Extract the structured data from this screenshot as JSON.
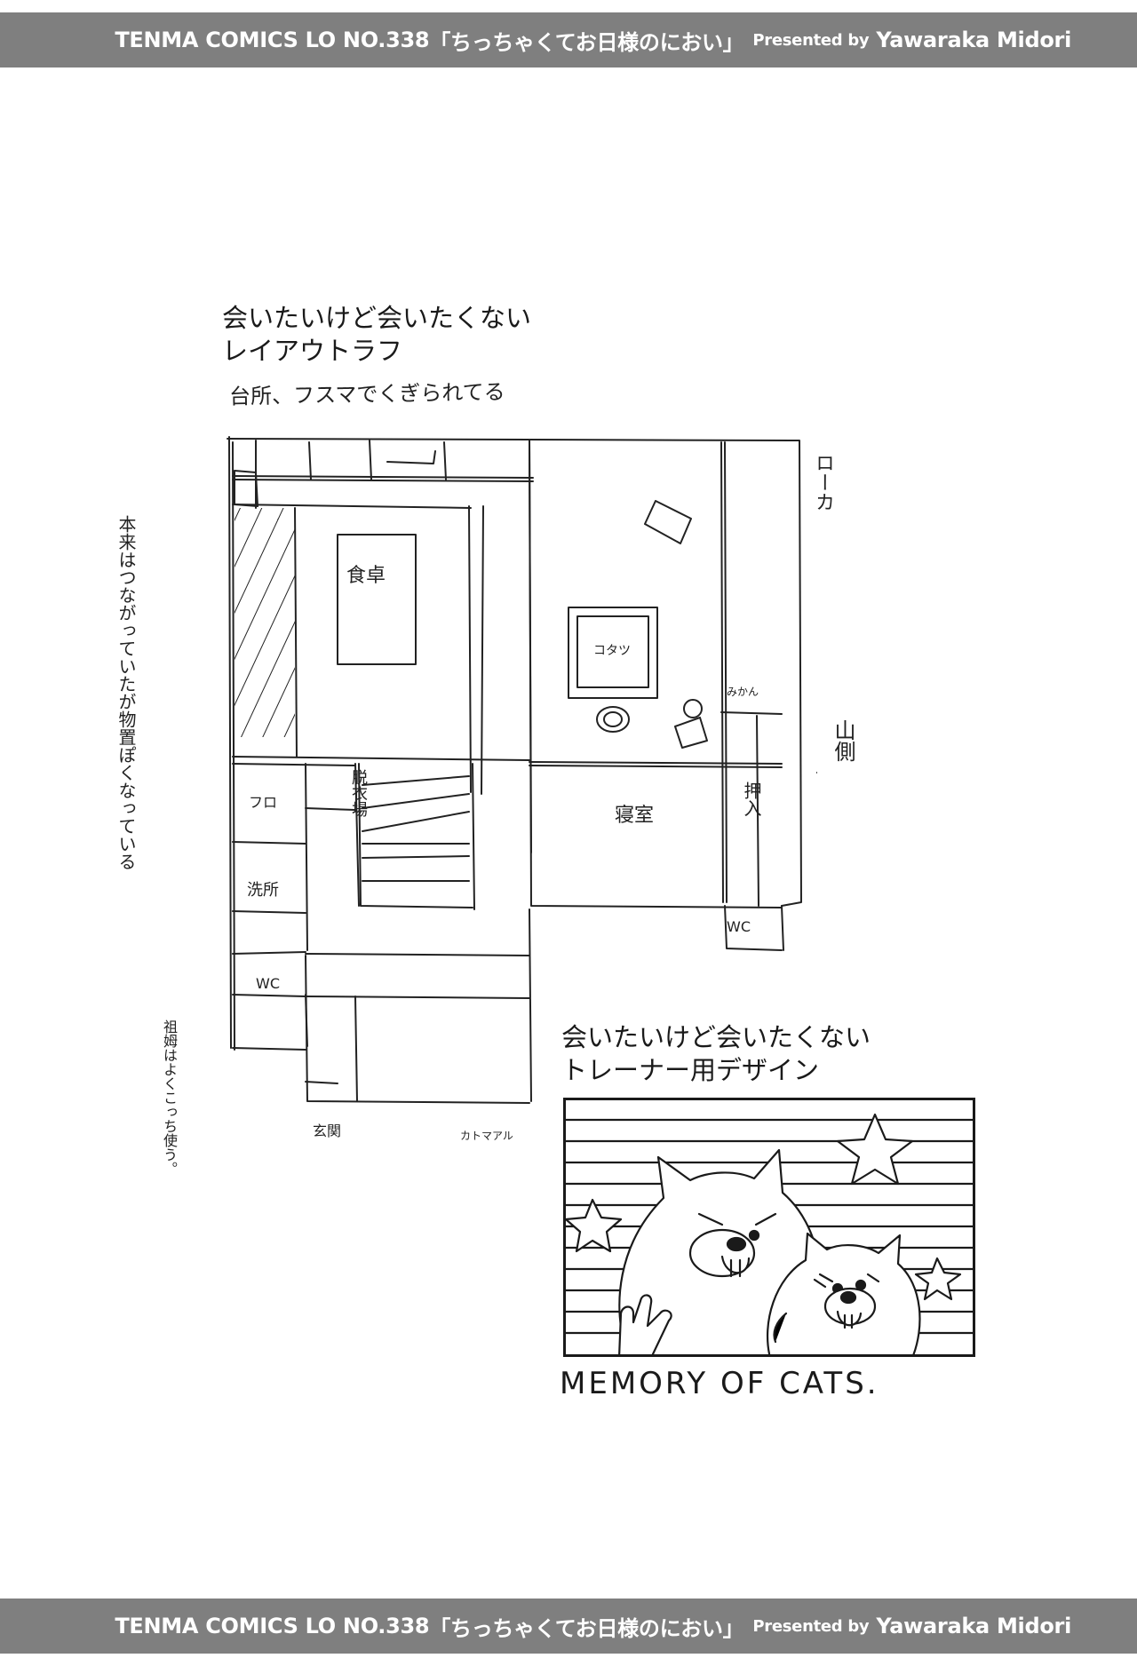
{
  "header": {
    "series": "TENMA COMICS LO NO.338",
    "title": "「ちっちゃくてお日様のにおい」",
    "presented_by": "Presented by",
    "author": "Yawaraka Midori"
  },
  "footer": {
    "series": "TENMA COMICS LO NO.338",
    "title": "「ちっちゃくてお日様のにおい」",
    "presented_by": "Presented by",
    "author": "Yawaraka Midori"
  },
  "layout_sketch": {
    "heading_line1": "会いたいけど会いたくない",
    "heading_line2": "レイアウトラフ",
    "kitchen_note": "台所、フスマでくぎられてる",
    "side_note": "本来はつながっていたが物置ぽくなっている",
    "rooms": {
      "dining_table": "食卓",
      "kotatsu": "コタツ",
      "mikan": "みかん",
      "bath": "フロ",
      "dressing_room": "脱衣場",
      "bedroom": "寝室",
      "closet": "押入",
      "washroom": "洗所",
      "wc_left": "WC",
      "wc_right": "WC",
      "entrance": "玄関",
      "corridor": "ローカ"
    },
    "right_note": "山側",
    "bottom_note": "祖姆はよくこっち使う。",
    "flower_note": "カトマアル"
  },
  "trainer_design": {
    "heading_line1": "会いたいけど会いたくない",
    "heading_line2": "トレーナー用デザイン",
    "caption": "MEMORY OF CATS."
  }
}
